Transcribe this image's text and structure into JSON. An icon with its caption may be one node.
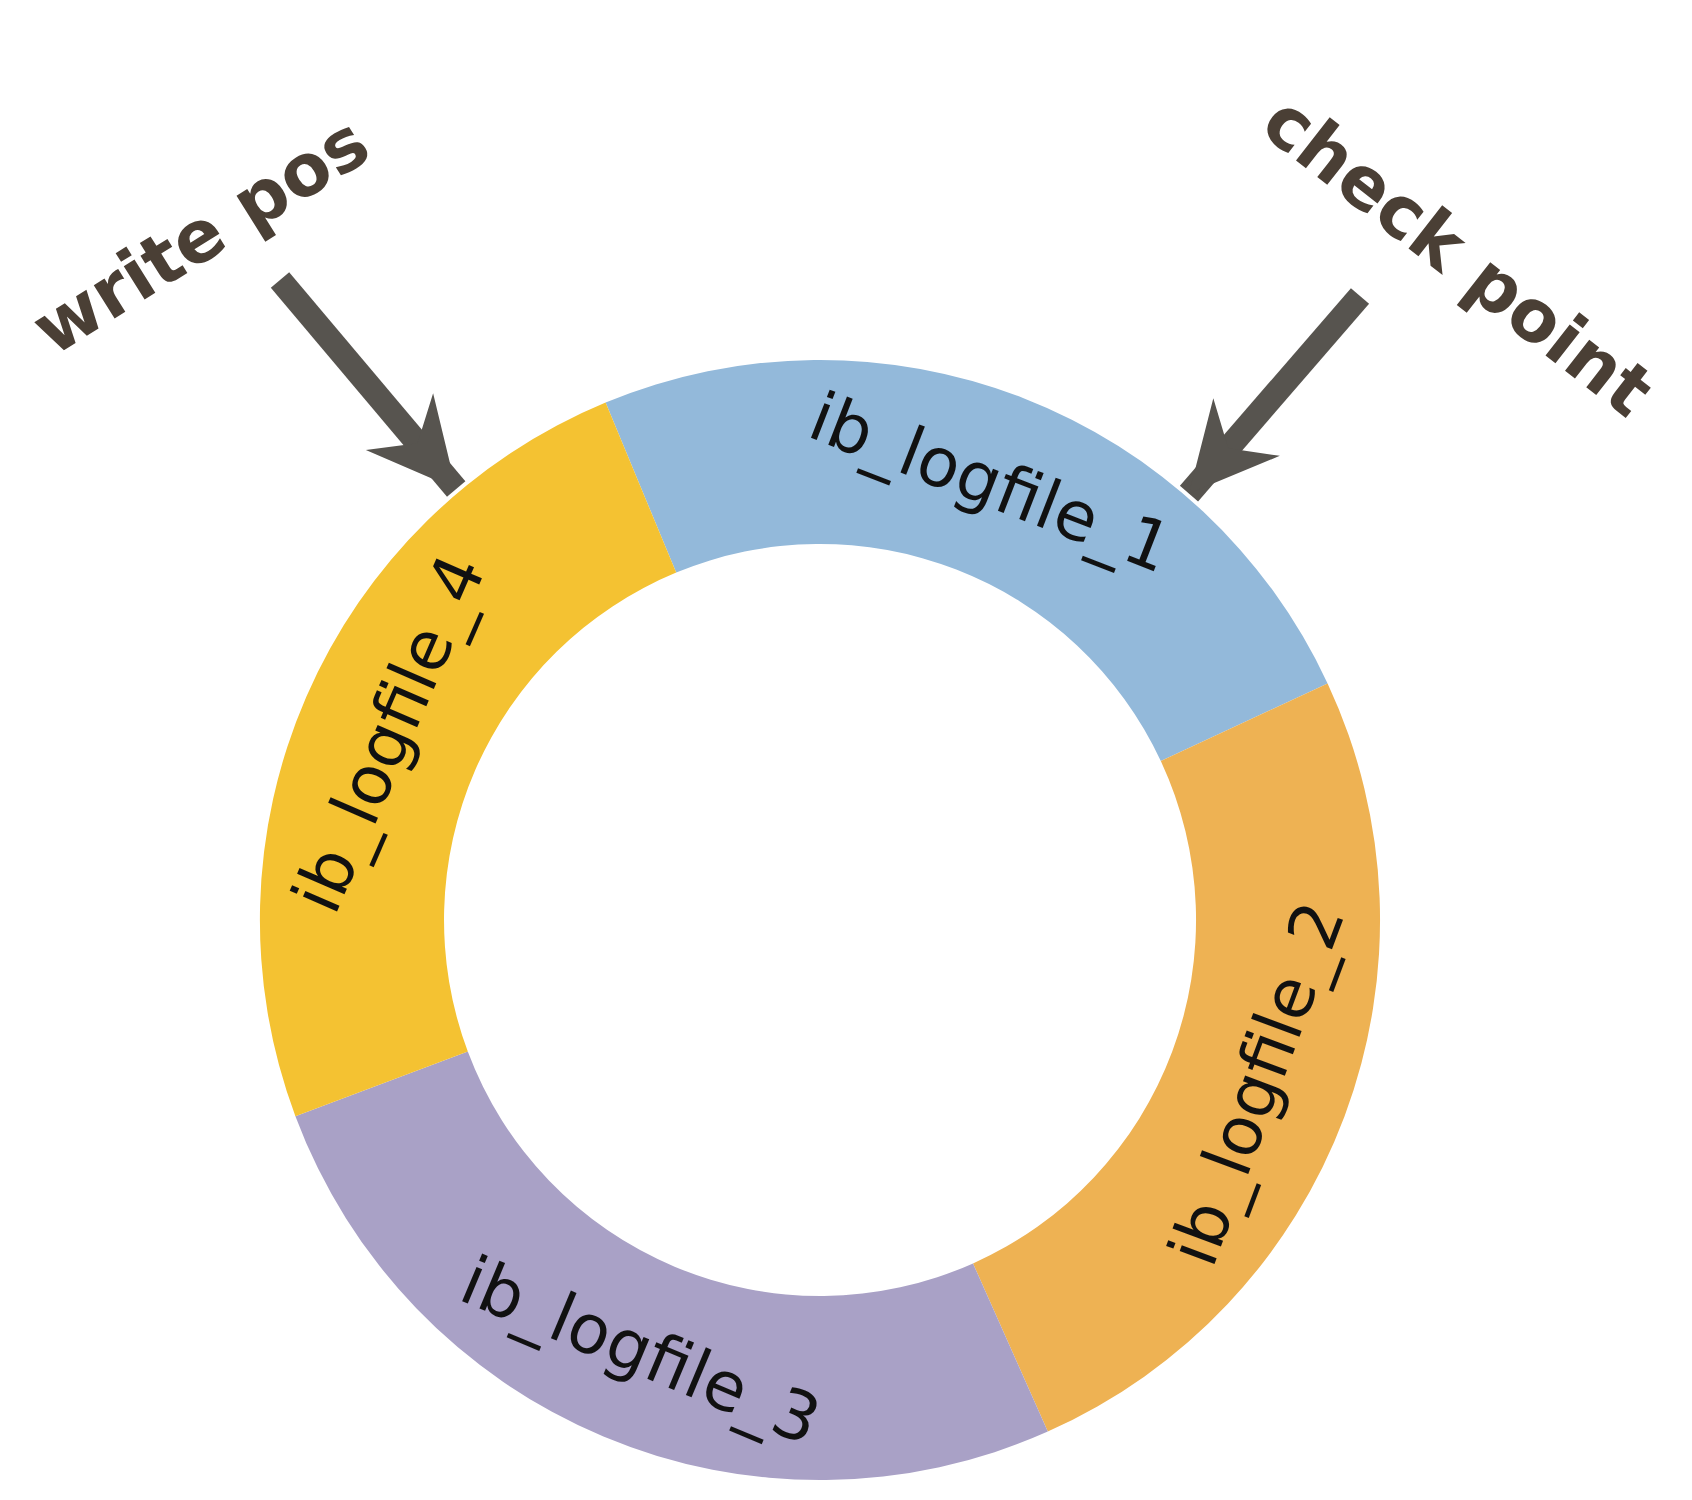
{
  "diagram": {
    "nodes": [
      {
        "text": [
          "write pos"
        ]
      },
      {
        "text": [
          "check point"
        ]
      },
      {
        "text": [
          "ib_logfile_1"
        ]
      },
      {
        "text": [
          "ib_logfile_2"
        ]
      },
      {
        "text": [
          "ib_logfile_3"
        ]
      },
      {
        "text": [
          "ib_logfile_4"
        ]
      }
    ],
    "edges": [
      {
        "from": 0,
        "to": 5,
        "arrow": "to"
      },
      {
        "from": 1,
        "to": 2,
        "arrow": "to"
      }
    ]
  }
}
